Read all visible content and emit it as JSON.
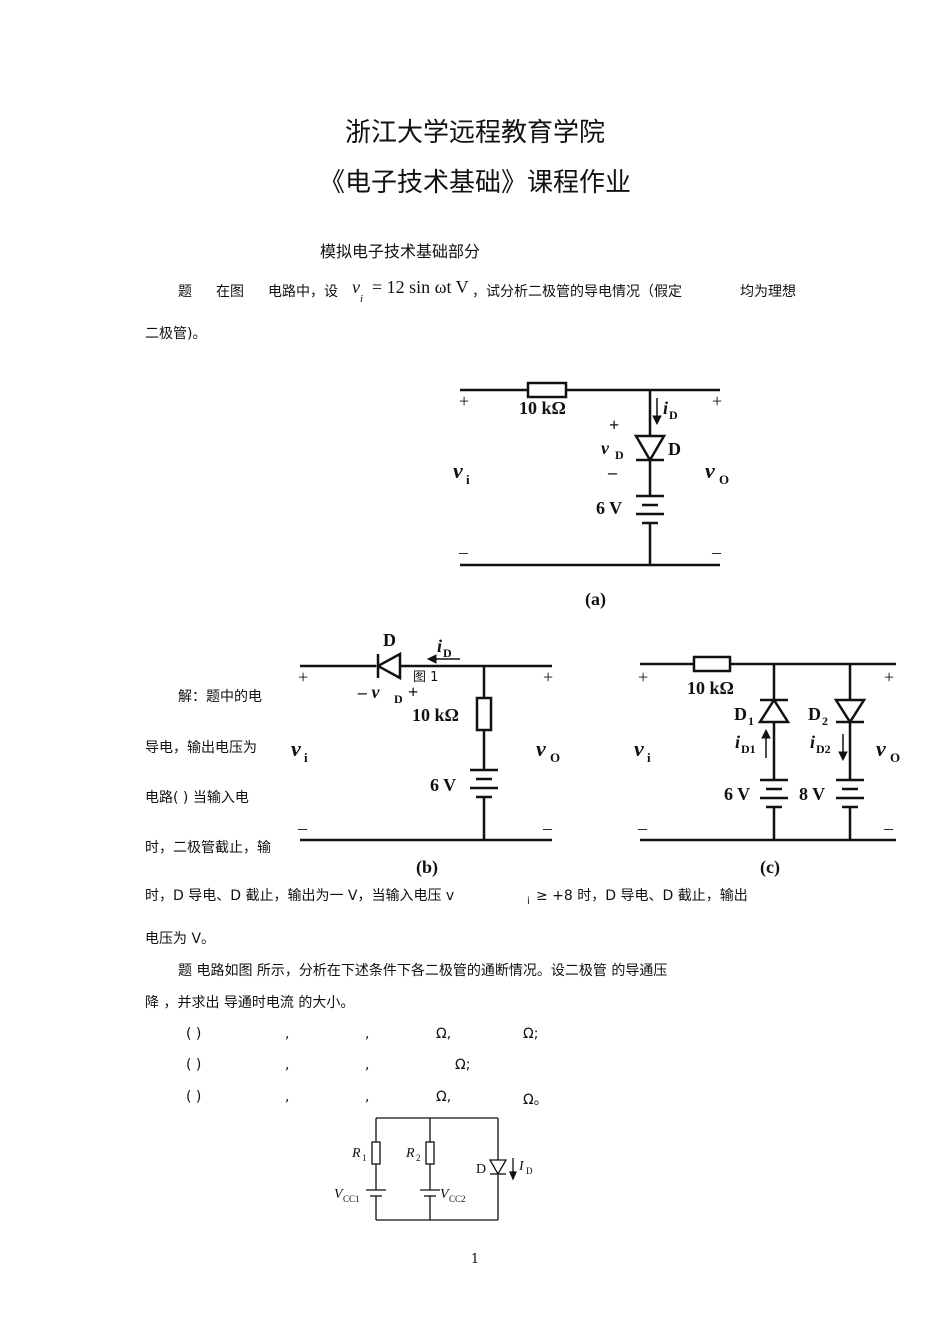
{
  "header": {
    "institution": "浙江大学远程教育学院",
    "course": "《电子技术基础》课程作业"
  },
  "section": "模拟电子技术基础部分",
  "q1": {
    "line1_a": "题",
    "line1_b": "在图",
    "line1_c": "电路中，设",
    "formula": "v",
    "formula_sub": "i",
    "formula_rest": "= 12 sin ωt V",
    "line1_d": "，试分析二极管的导电情况（假定",
    "line1_e": "均为理想",
    "line2": "二极管)。"
  },
  "fig_a": {
    "resistor": "10 kΩ",
    "current": "i",
    "current_sub": "D",
    "plus_top": "+",
    "vd": "v",
    "vd_sub": "D",
    "minus_mid": "–",
    "diode": "D",
    "vi": "v",
    "vi_sub": "i",
    "vo": "v",
    "vo_sub": "O",
    "battery": "6 V",
    "caption": "(a)",
    "plus_left": "+",
    "plus_right": "+",
    "minus_left": "–",
    "minus_right": "–"
  },
  "fig_b": {
    "diode": "D",
    "current": "i",
    "current_sub": "D",
    "vd_text": "– v",
    "vd_sub": "D",
    "vd_plus": "+",
    "resistor": "10 kΩ",
    "battery": "6 V",
    "vi": "v",
    "vi_sub": "i",
    "vo": "v",
    "vo_sub": "O",
    "caption": "(b)",
    "plus_left": "+",
    "plus_right": "+",
    "minus_left": "–",
    "minus_right": "–"
  },
  "fig_c": {
    "resistor": "10 kΩ",
    "d1": "D",
    "d1_sub": "1",
    "d2": "D",
    "d2_sub": "2",
    "id1": "i",
    "id1_sub": "D1",
    "id2": "i",
    "id2_sub": "D2",
    "battery1": "6 V",
    "battery2": "8 V",
    "vi": "v",
    "vi_sub": "i",
    "vo": "v",
    "vo_sub": "O",
    "caption": "(c)",
    "plus_left": "+",
    "plus_right": "+",
    "minus_left": "–",
    "minus_right": "–"
  },
  "fig_label": "图 1",
  "answer": {
    "l1": "解：题中的电",
    "l2": "导电，输出电压为",
    "l3": "电路(  ) 当输入电",
    "l4": "时，二极管截止，输",
    "l5": "时，D   导电、D   截止，输出为一   V，当输入电压 v",
    "l5_sub": "i",
    "l5b": "≥ +8    时，D   导电、D   截止，输出",
    "l6": "电压为    V。"
  },
  "q2": {
    "l1": "题      电路如图    所示，分析在下述条件下各二极管的通断情况。设二极管    的导通压",
    "l2": "降              ，并求出    导通时电流     的大小。",
    "c1": [
      "(  )",
      ",",
      ",",
      "Ω,",
      "Ω;"
    ],
    "c2": [
      "(  )",
      ",",
      ",",
      "Ω;"
    ],
    "c3": [
      "(  )",
      ",",
      ",",
      "Ω,",
      "Ω。"
    ]
  },
  "fig2": {
    "r1": "R",
    "r1_sub": "1",
    "r2": "R",
    "r2_sub": "2",
    "vcc1": "V",
    "vcc1_sub": "CC1",
    "vcc2": "V",
    "vcc2_sub": "CC2",
    "d": "D",
    "id": "I",
    "id_sub": "D"
  },
  "page_number": "1"
}
